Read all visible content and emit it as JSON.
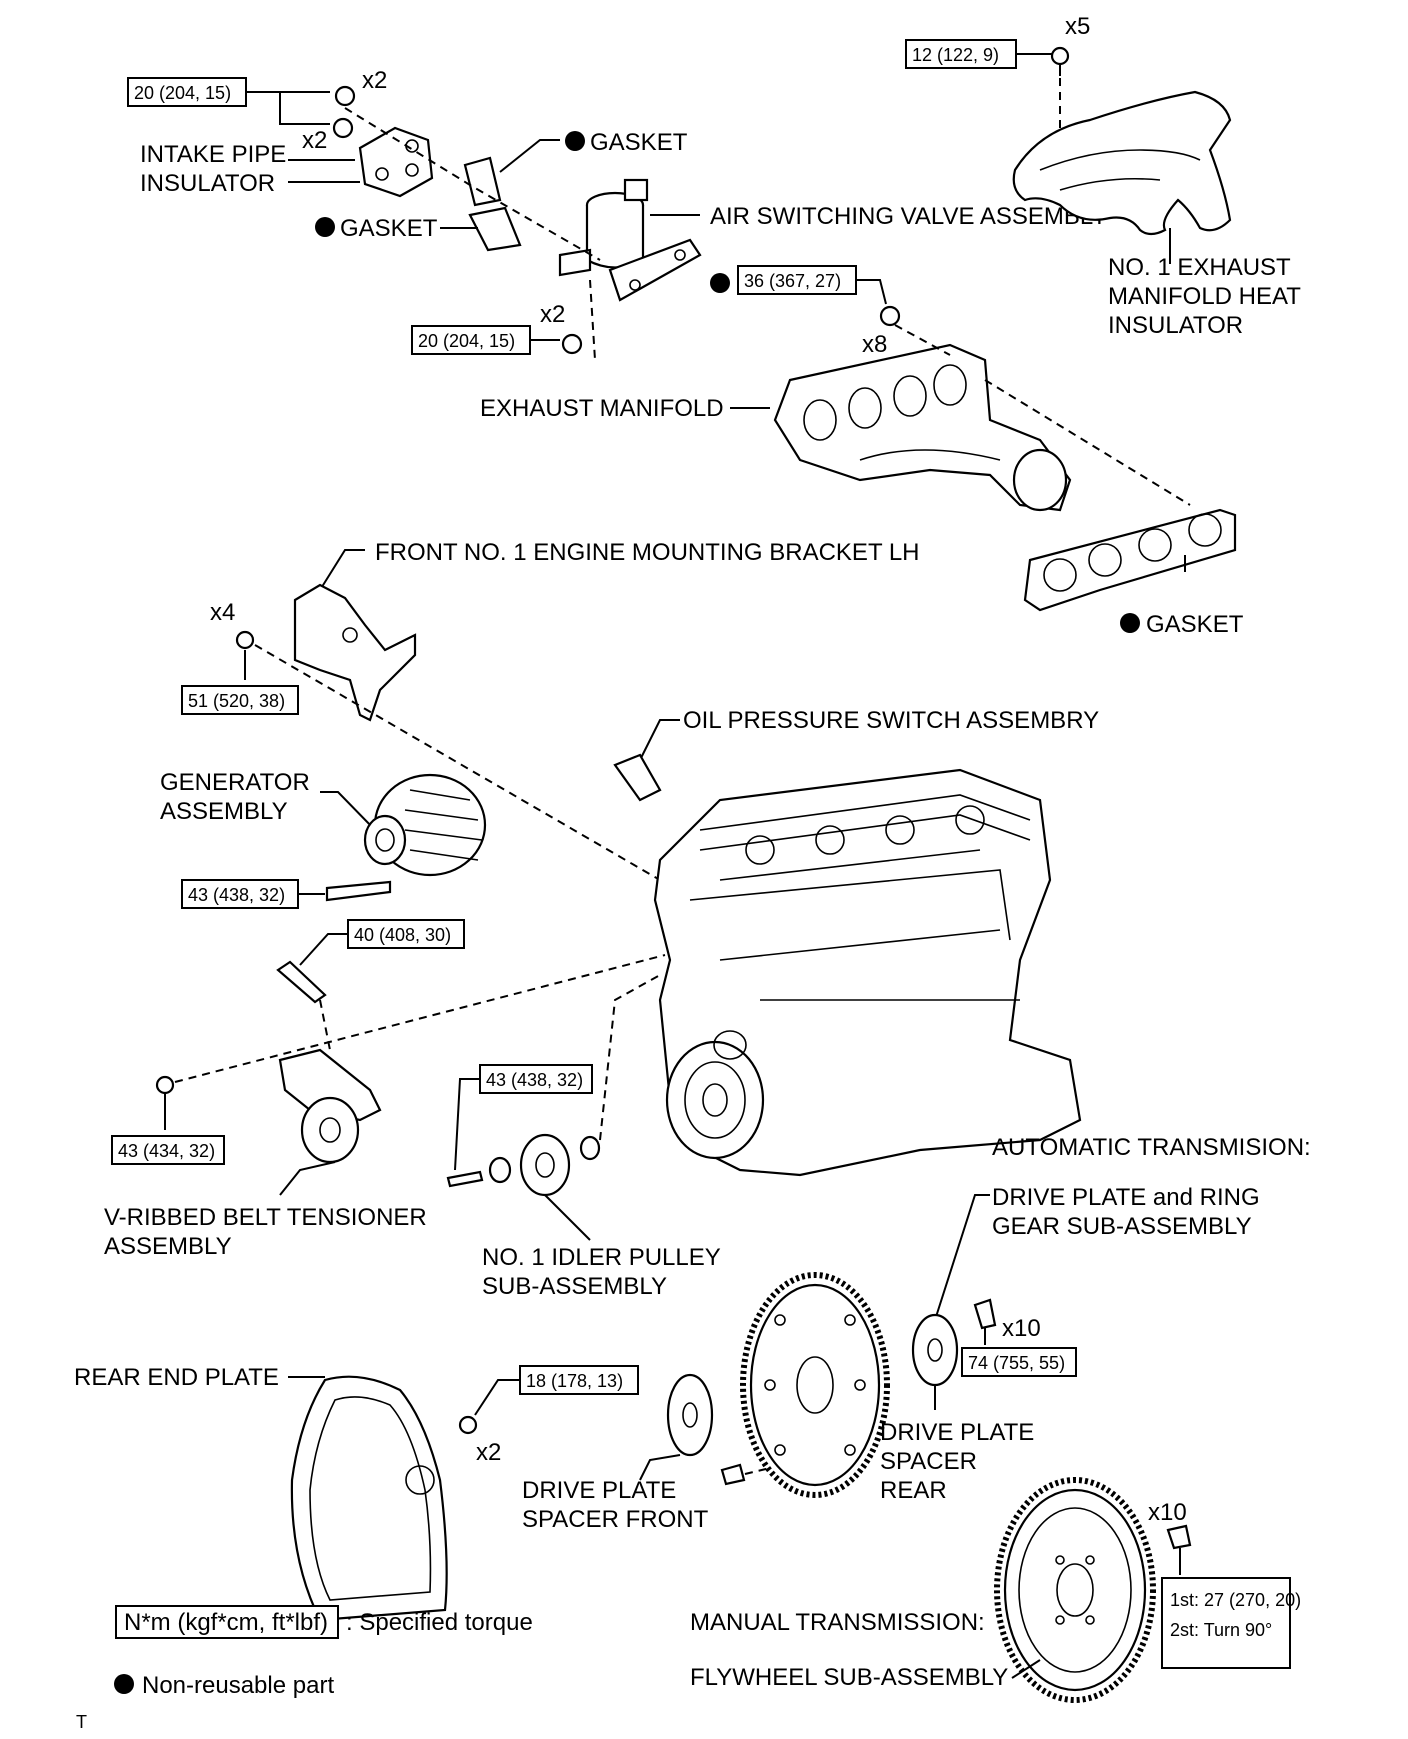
{
  "labels": {
    "intake_pipe_insulator": [
      "INTAKE PIPE",
      "INSULATOR"
    ],
    "gasket_top": "GASKET",
    "gasket_left": "GASKET",
    "gasket_manifold": "GASKET",
    "air_switching_valve": "AIR SWITCHING VALVE ASSEMBLY",
    "exhaust_heat_insulator": [
      "NO. 1 EXHAUST",
      "MANIFOLD HEAT",
      "INSULATOR"
    ],
    "exhaust_manifold": "EXHAUST MANIFOLD",
    "front_bracket": "FRONT NO. 1 ENGINE MOUNTING BRACKET LH",
    "oil_pressure_switch": "OIL PRESSURE SWITCH ASSEMBRY",
    "generator": [
      "GENERATOR",
      "ASSEMBLY"
    ],
    "belt_tensioner": [
      "V-RIBBED BELT TENSIONER",
      "ASSEMBLY"
    ],
    "idler_pulley": [
      "NO. 1 IDLER PULLEY",
      "SUB-ASSEMBLY"
    ],
    "automatic_transmission": "AUTOMATIC TRANSMISION:",
    "drive_plate_ring_gear": [
      "DRIVE PLATE and RING",
      "GEAR SUB-ASSEMBLY"
    ],
    "rear_end_plate": "REAR END PLATE",
    "drive_plate_spacer_rear": [
      "DRIVE PLATE",
      "SPACER",
      "REAR"
    ],
    "drive_plate_spacer_front": [
      "DRIVE PLATE",
      "SPACER FRONT"
    ],
    "manual_transmission": "MANUAL TRANSMISSION:",
    "flywheel": "FLYWHEEL SUB-ASSEMBLY"
  },
  "quantities": {
    "nut_top_a": "x2",
    "nut_top_b": "x2",
    "bolt_valve": "x2",
    "bolt_heat_insulator": "x5",
    "nut_manifold": "x8",
    "bolt_bracket": "x4",
    "bolt_drive_plate": "x10",
    "bolt_rear_plate": "x2",
    "bolt_flywheel": "x10"
  },
  "torques": {
    "intake_insulator": "20 (204, 15)",
    "heat_insulator": "12 (122, 9)",
    "valve_bolt": "20 (204, 15)",
    "manifold_nut": "36 (367, 27)",
    "bracket": "51 (520, 38)",
    "generator": "43 (438, 32)",
    "generator_upper": "40 (408, 30)",
    "tensioner": "43 (434, 32)",
    "idler_pulley": "43 (438, 32)",
    "drive_plate": "74 (755, 55)",
    "rear_end_plate": "18 (178, 13)",
    "flywheel_step1": "1st: 27 (270, 20)",
    "flywheel_step2": "2st:  Turn 90°"
  },
  "legend": {
    "torque_unit": "N*m (kgf*cm, ft*lbf)",
    "torque_desc": ": Specified torque",
    "non_reusable": "Non-reusable part"
  },
  "figure_code": "T"
}
